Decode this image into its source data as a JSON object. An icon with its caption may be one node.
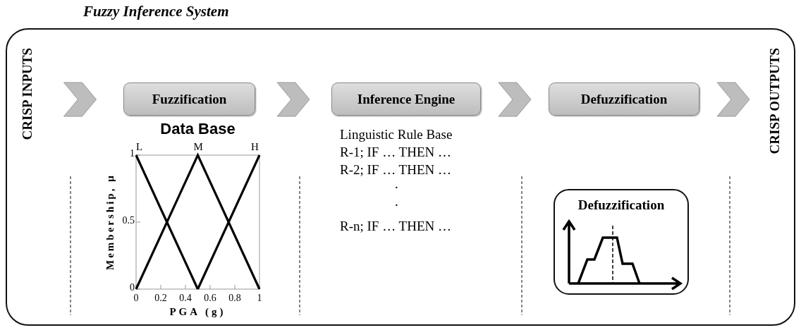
{
  "diagram": {
    "nodes": [
      {
        "text": [
          "Fuzzy Inference System"
        ]
      },
      {
        "text": [
          "CRISP INPUTS"
        ],
        "in": 0
      },
      {
        "text": [
          "Fuzzification"
        ],
        "in": 0
      },
      {
        "text": [
          "Inference Engine"
        ],
        "in": 0
      },
      {
        "text": [
          "Defuzzification"
        ],
        "in": 0
      },
      {
        "text": [
          "CRISP OUTPUTS"
        ],
        "in": 0
      },
      {
        "text": [
          "Defuzzification"
        ],
        "in": 0
      }
    ],
    "edges": [
      {
        "from": 1,
        "to": 2,
        "arrow": "to"
      },
      {
        "from": 2,
        "to": 3,
        "arrow": "to"
      },
      {
        "from": 3,
        "to": 4,
        "arrow": "to"
      },
      {
        "from": 4,
        "to": 5,
        "arrow": "to"
      }
    ],
    "labels": [
      "Linguistic Rule Base",
      "R-1; IF … THEN …",
      "R-2; IF … THEN …",
      ".",
      ".",
      "R-n; IF … THEN …"
    ],
    "chart_data": {
      "type": "line",
      "title": "Data Base",
      "xlabel": "PGA (g)",
      "ylabel": "Membership, μ",
      "x": [
        0,
        0.5,
        1
      ],
      "series": [
        {
          "name": "L",
          "color": "#000000",
          "values": [
            1,
            0,
            null
          ]
        },
        {
          "name": "M",
          "color": "#000000",
          "values": [
            0,
            1,
            0
          ]
        },
        {
          "name": "H",
          "color": "#000000",
          "values": [
            null,
            0,
            1
          ]
        }
      ],
      "xlim": [
        0,
        1
      ],
      "ylim": [
        0,
        1
      ],
      "xticks": [
        0,
        0.2,
        0.4,
        0.6,
        0.8,
        1
      ],
      "yticks": [
        0,
        0.5,
        1
      ]
    }
  }
}
